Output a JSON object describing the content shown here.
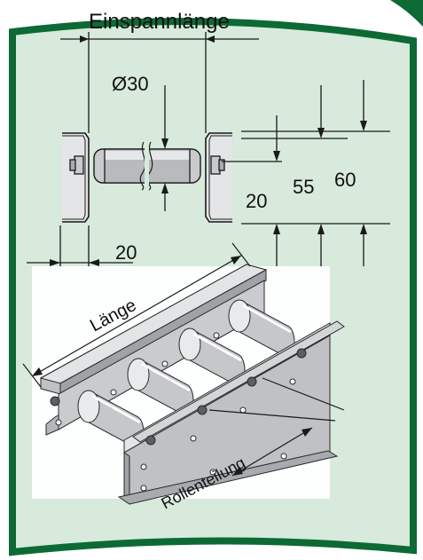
{
  "colors": {
    "panel_fill": "#d7eadc",
    "frame_green": "#0d6a34",
    "line": "#1a1a1a",
    "metal_light": "#d6d7d9",
    "metal_mid": "#a9abae",
    "metal_dark": "#6f7276",
    "hole": "#ffffff"
  },
  "labels": {
    "clamp_length": "Einspannlänge",
    "diameter": "Ø30",
    "flange_width": "20",
    "height_20": "20",
    "height_55": "55",
    "height_60": "60",
    "length": "Länge",
    "roller_pitch": "Rollenteilung"
  },
  "icons": {
    "roller": "roller-icon",
    "bracket": "bracket-icon",
    "conveyor": "roller-conveyor-icon"
  }
}
